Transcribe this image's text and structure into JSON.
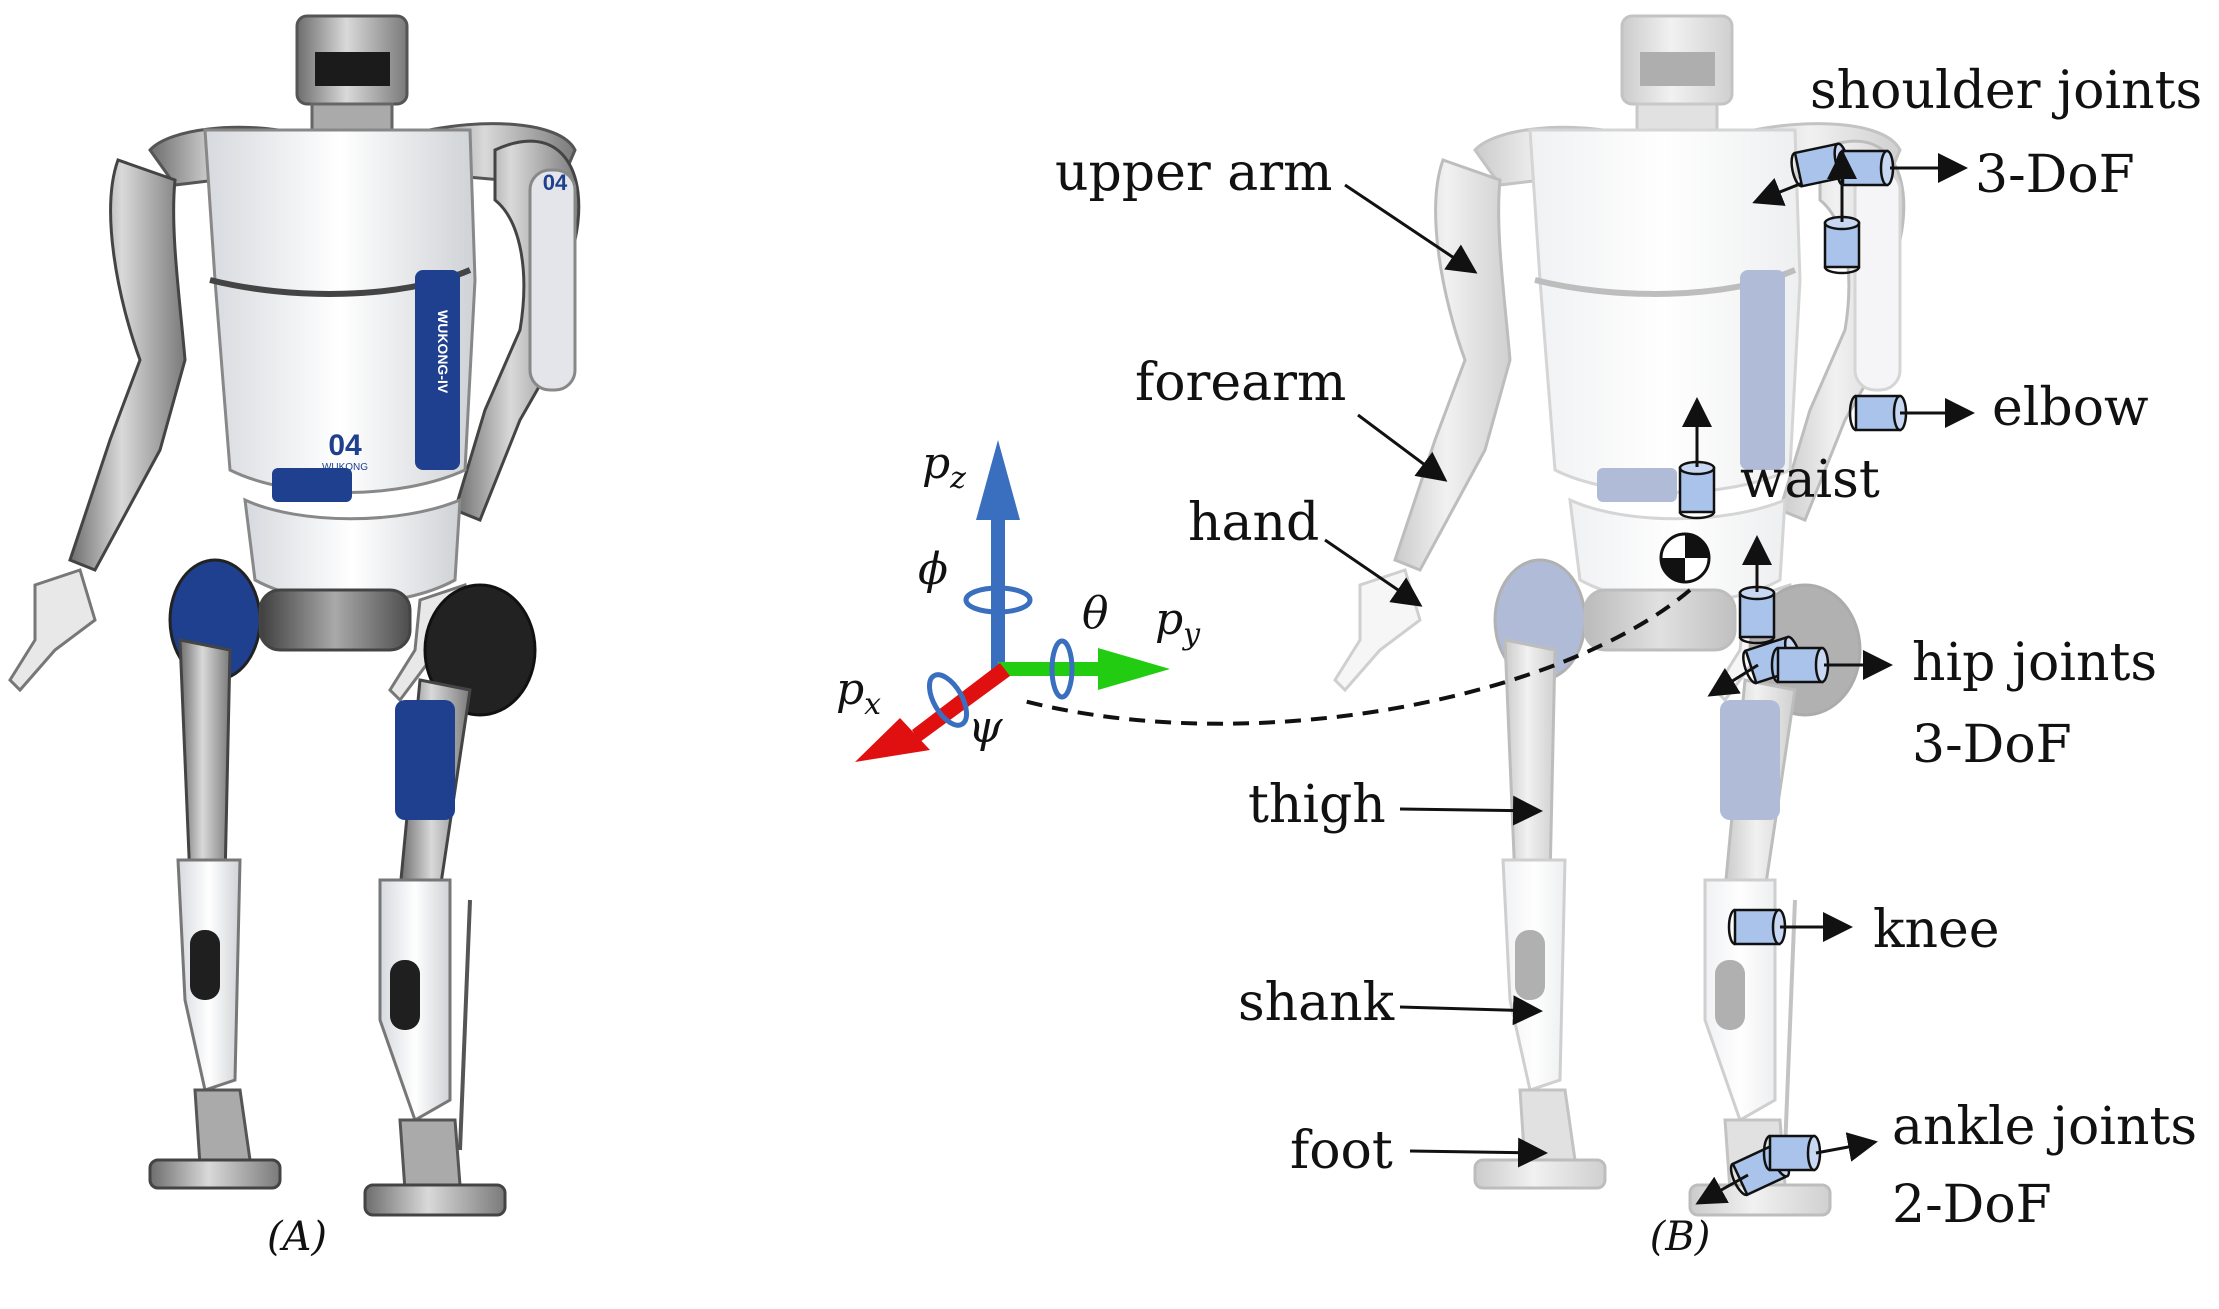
{
  "panels": {
    "a": {
      "caption": "(A)"
    },
    "b": {
      "caption": "(B)"
    }
  },
  "robot": {
    "chest_number": "04",
    "chest_brand": "WUKONG",
    "arm_text": "WUKONG-IV",
    "shoulder_number": "04"
  },
  "labels": {
    "upper_arm": "upper arm",
    "forearm": "forearm",
    "hand": "hand",
    "thigh": "thigh",
    "shank": "shank",
    "foot": "foot",
    "shoulder_joints": "shoulder joints",
    "shoulder_dof": "3-DoF",
    "elbow": "elbow",
    "waist": "waist",
    "hip_joints": "hip joints",
    "hip_dof": "3-DoF",
    "knee": "knee",
    "ankle_joints": "ankle joints",
    "ankle_dof": "2-DoF"
  },
  "axes": {
    "pz": "p",
    "pz_sub": "z",
    "py": "p",
    "py_sub": "y",
    "px": "p",
    "px_sub": "x",
    "phi": "ϕ",
    "theta": "θ",
    "psi": "ψ"
  },
  "colors": {
    "x_axis": "#e01010",
    "y_axis": "#22cc11",
    "z_axis": "#3a6fc0",
    "joint": "#a9c3ea",
    "robot_blue": "#1f3f8f"
  }
}
